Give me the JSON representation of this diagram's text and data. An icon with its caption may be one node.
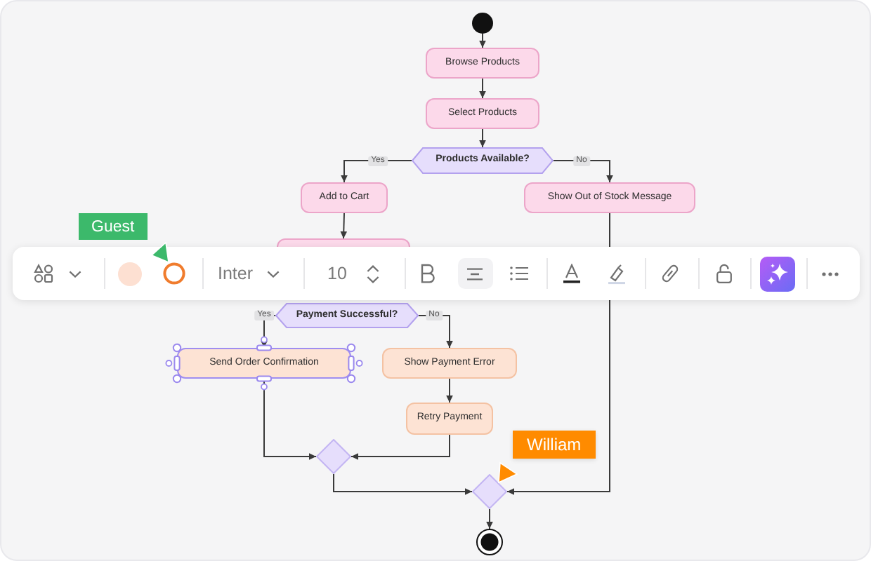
{
  "diagram": {
    "nodes": [
      {
        "text": [],
        "shape": "circle"
      },
      {
        "text": [
          "Browse Products"
        ]
      },
      {
        "text": [
          "Select Products"
        ]
      },
      {
        "text": [
          "Products Available?"
        ]
      },
      {
        "text": [
          "Add to Cart"
        ]
      },
      {
        "text": [
          "Show Out of Stock Message"
        ]
      },
      {
        "text": [],
        "shape": "box"
      },
      {
        "text": [
          "Payment Successful?"
        ]
      },
      {
        "text": [
          "Send Order Confirmation"
        ]
      },
      {
        "text": [
          "Show Payment Error"
        ]
      },
      {
        "text": [
          "Retry Payment"
        ]
      },
      {
        "text": [],
        "shape": "diamond"
      },
      {
        "text": [],
        "shape": "diamond"
      },
      {
        "text": [],
        "shape": "circle"
      }
    ],
    "edges": [
      {
        "from": 0,
        "to": 1,
        "arrow": "to"
      },
      {
        "from": 1,
        "to": 2,
        "arrow": "to"
      },
      {
        "from": 2,
        "to": 3,
        "arrow": "to"
      },
      {
        "from": 3,
        "to": 4,
        "arrow": "to",
        "label": "Yes"
      },
      {
        "from": 3,
        "to": 5,
        "arrow": "to",
        "label": "No"
      },
      {
        "from": 4,
        "to": 6,
        "arrow": "to"
      },
      {
        "from": 7,
        "to": 8,
        "arrow": "to",
        "label": "Yes"
      },
      {
        "from": 7,
        "to": 9,
        "arrow": "to",
        "label": "No"
      },
      {
        "from": 8,
        "to": 11,
        "arrow": "to"
      },
      {
        "from": 9,
        "to": 10,
        "arrow": "to"
      },
      {
        "from": 10,
        "to": 11,
        "arrow": "to"
      },
      {
        "from": 11,
        "to": 12,
        "arrow": "to"
      },
      {
        "from": 5,
        "to": 12,
        "arrow": "to"
      },
      {
        "from": 12,
        "to": 13,
        "arrow": "to"
      }
    ],
    "labels": [
      "Guest",
      "Inter",
      "10",
      "William"
    ]
  }
}
